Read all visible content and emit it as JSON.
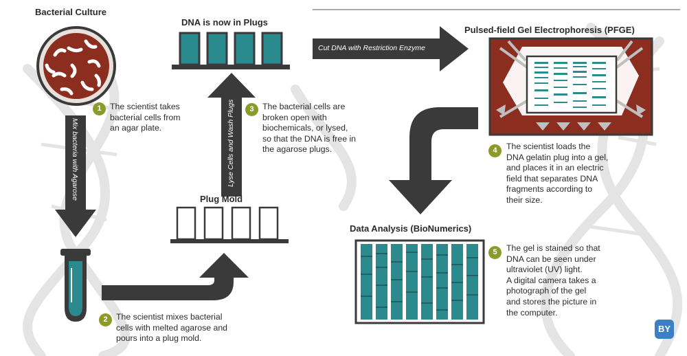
{
  "titles": {
    "culture": "Bacterial Culture",
    "plugs": "DNA is now in Plugs",
    "pfge": "Pulsed-field Gel Electrophoresis (PFGE)",
    "mold": "Plug Mold",
    "analysis": "Data Analysis (BioNumerics)"
  },
  "arrows": {
    "mix": "Mix bacteria with Agarose",
    "lyse": "Lyse Cells and Wash Plugs",
    "cut": "Cut DNA with Restriction Enzyme"
  },
  "steps": [
    {
      "num": "1",
      "lines": [
        "The scientist takes",
        "bacterial cells from",
        "an agar plate."
      ]
    },
    {
      "num": "2",
      "lines": [
        "The scientist mixes bacterial",
        "cells with melted agarose and",
        "pours into a plug mold."
      ]
    },
    {
      "num": "3",
      "lines": [
        "The bacterial cells are",
        "broken open with",
        "biochemicals, or lysed,",
        "so that the DNA is free in",
        "the agarose plugs."
      ]
    },
    {
      "num": "4",
      "lines": [
        "The scientist loads the",
        "DNA gelatin plug into a gel,",
        "and places it in an electric",
        "field that separates DNA",
        "fragments according to",
        "their size."
      ]
    },
    {
      "num": "5",
      "lines": [
        "The gel is stained so that",
        "DNA can be seen under",
        "ultraviolet (UV) light.",
        "A digital camera takes a",
        "photograph of the gel",
        "and stores the picture in",
        "the computer."
      ]
    }
  ],
  "logo": "BY",
  "colors": {
    "arrow": "#3a3a3a",
    "teal": "#2a8a8e",
    "brick": "#8b2e20",
    "badge": "#8c9a2a",
    "helix": "#e4e4e4"
  }
}
